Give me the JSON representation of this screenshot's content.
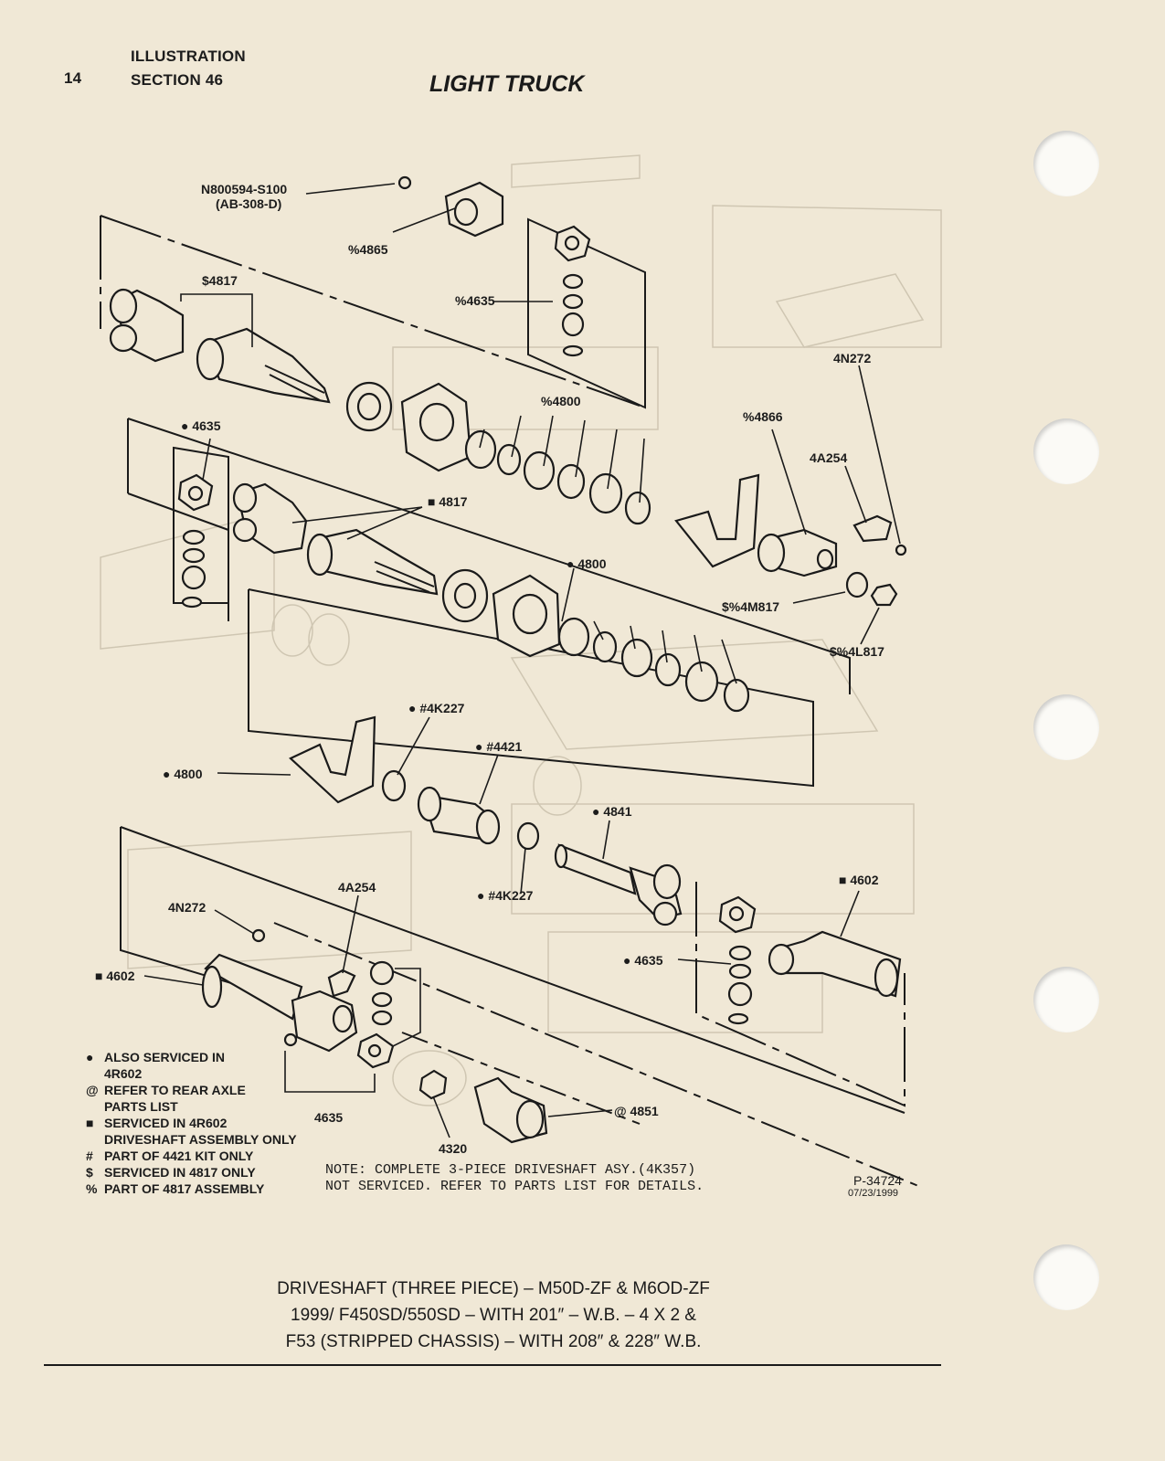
{
  "header": {
    "page_number": "14",
    "section_line1": "ILLUSTRATION",
    "section_line2": "SECTION 46",
    "title": "LIGHT TRUCK"
  },
  "labels": {
    "n800594": "N800594-S100",
    "ab308": "(AB-308-D)",
    "p4865": "%4865",
    "p4817_top": "$4817",
    "p4635_top": "%4635",
    "p4n272_right": "4N272",
    "p4800_top": "%4800",
    "p4866": "%4866",
    "p4635_left": "● 4635",
    "p4a254_right": "4A254",
    "p4817_mid": "■ 4817",
    "p4800_mid": "● 4800",
    "p4m817": "$%4M817",
    "p4l817": "$%4L817",
    "p4k227_top": "● #4K227",
    "p4421": "● #4421",
    "p4800_bracket": "● 4800",
    "p4841": "● 4841",
    "p4k227_bot": "● #4K227",
    "p4a254_bot": "4A254",
    "p4n272_bot": "4N272",
    "p4602_right": "■ 4602",
    "p4635_right": "● 4635",
    "p4602_left": "■ 4602",
    "p4851": "@ 4851",
    "p4635_bot": "4635",
    "p4320": "4320"
  },
  "legend": [
    {
      "symbol": "●",
      "text": "ALSO SERVICED IN"
    },
    {
      "symbol": "",
      "text": "4R602"
    },
    {
      "symbol": "@",
      "text": "REFER TO REAR AXLE"
    },
    {
      "symbol": "",
      "text": "PARTS LIST"
    },
    {
      "symbol": "■",
      "text": "SERVICED IN 4R602"
    },
    {
      "symbol": "",
      "text": "DRIVESHAFT ASSEMBLY ONLY"
    },
    {
      "symbol": "#",
      "text": "PART OF 4421 KIT ONLY"
    },
    {
      "symbol": "$",
      "text": "SERVICED IN 4817 ONLY"
    },
    {
      "symbol": "%",
      "text": "PART OF 4817 ASSEMBLY"
    }
  ],
  "note": {
    "line1": "NOTE: COMPLETE 3-PIECE DRIVESHAFT ASY.(4K357)",
    "line2": "NOT SERVICED. REFER TO PARTS LIST FOR DETAILS."
  },
  "figure_id": "P-34724",
  "figure_date": "07/23/1999",
  "caption": {
    "line1": "DRIVESHAFT (THREE PIECE) – M50D-ZF & M6OD-ZF",
    "line2": "1999/ F450SD/550SD – WITH 201″ – W.B. – 4 X 2 &",
    "line3": "F53 (STRIPPED CHASSIS) – WITH 208″ & 228″ W.B."
  },
  "colors": {
    "paper": "#f0e8d6",
    "ink": "#1a1a1a",
    "ghost": "#cfc6b2",
    "border": "#e6dcc4"
  }
}
